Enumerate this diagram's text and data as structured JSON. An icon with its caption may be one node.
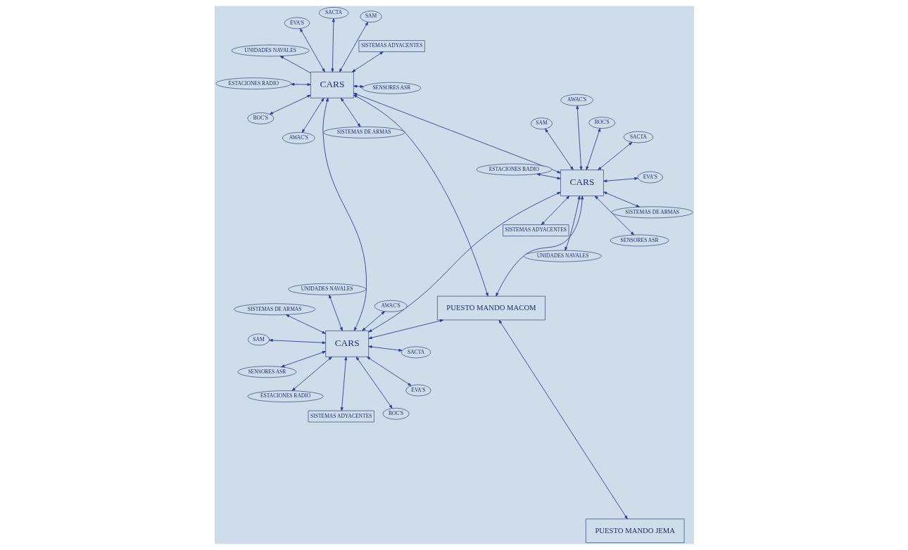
{
  "diagram": {
    "nodes": [
      {
        "text": [
          "CARS"
        ]
      },
      {
        "text": [
          "PUESTO MANDO MACOM"
        ]
      },
      {
        "text": [
          "PUESTO MANDO JEMA"
        ]
      },
      {
        "text": [
          "CARS"
        ]
      },
      {
        "text": [
          "CARS"
        ]
      },
      {
        "text": [
          "SISTEMAS DE ARMAS"
        ]
      },
      {
        "text": [
          "SENSORES ASR"
        ]
      },
      {
        "text": [
          "EVA'S"
        ]
      },
      {
        "text": [
          "ESTACIONES RADIO"
        ]
      },
      {
        "text": [
          "BOC'S"
        ]
      },
      {
        "text": [
          "SISTEMAS ADYACENTES"
        ]
      },
      {
        "text": [
          "SAM"
        ]
      },
      {
        "text": [
          "SACTA"
        ]
      },
      {
        "text": [
          "AWAC'S"
        ]
      },
      {
        "text": [
          "UNIDADES NAVALES"
        ]
      },
      {
        "text": [
          "SISTEMAS DE ARMAS"
        ]
      },
      {
        "text": [
          "SENSORES ASR"
        ]
      },
      {
        "text": [
          "EVA'S"
        ]
      },
      {
        "text": [
          "ESTACIONES RADIO"
        ]
      },
      {
        "text": [
          "UNIDADES NAVALES"
        ]
      },
      {
        "text": [
          "AWAC'S"
        ]
      },
      {
        "text": [
          "BOC'S"
        ]
      },
      {
        "text": [
          "SISTEMAS ADYACENTES"
        ]
      },
      {
        "text": [
          "SAM"
        ]
      },
      {
        "text": [
          "SACTA"
        ]
      },
      {
        "text": [
          "SENSORES ASR"
        ]
      },
      {
        "text": [
          "EVA'S"
        ]
      },
      {
        "text": [
          "ESTACIONES RADIO"
        ]
      },
      {
        "text": [
          "UNIDADES NAVALES"
        ]
      },
      {
        "text": [
          "SISTEMAS DE ARMAS"
        ]
      },
      {
        "text": [
          "AWAC'S"
        ]
      },
      {
        "text": [
          "BOC'S"
        ]
      },
      {
        "text": [
          "SISTEMAS ADYACENTES"
        ]
      },
      {
        "text": [
          "SAM"
        ]
      },
      {
        "text": [
          "SACTA"
        ]
      }
    ],
    "edges": [
      {
        "from": 0,
        "to": 1,
        "arrow": "both"
      },
      {
        "from": 0,
        "to": 3,
        "arrow": "both"
      },
      {
        "from": 1,
        "to": 3,
        "arrow": "both"
      },
      {
        "from": 1,
        "to": 2,
        "arrow": "both"
      },
      {
        "from": 0,
        "to": 4,
        "arrow": "both"
      },
      {
        "from": 1,
        "to": 4,
        "arrow": "both"
      },
      {
        "from": 3,
        "to": 4,
        "arrow": "both"
      },
      {
        "from": 0,
        "to": 5,
        "arrow": "both"
      },
      {
        "from": 0,
        "to": 6,
        "arrow": "both"
      },
      {
        "from": 0,
        "to": 7,
        "arrow": "both"
      },
      {
        "from": 0,
        "to": 8,
        "arrow": "both"
      },
      {
        "from": 0,
        "to": 9,
        "arrow": "both"
      },
      {
        "from": 0,
        "to": 10,
        "arrow": "both"
      },
      {
        "from": 0,
        "to": 11,
        "arrow": "both"
      },
      {
        "from": 0,
        "to": 12,
        "arrow": "both"
      },
      {
        "from": 0,
        "to": 13,
        "arrow": "both"
      },
      {
        "from": 0,
        "to": 14,
        "arrow": "both"
      },
      {
        "from": 3,
        "to": 15,
        "arrow": "both"
      },
      {
        "from": 3,
        "to": 16,
        "arrow": "both"
      },
      {
        "from": 3,
        "to": 17,
        "arrow": "both"
      },
      {
        "from": 3,
        "to": 18,
        "arrow": "both"
      },
      {
        "from": 3,
        "to": 19,
        "arrow": "to"
      },
      {
        "from": 3,
        "to": 20,
        "arrow": "both"
      },
      {
        "from": 3,
        "to": 21,
        "arrow": "both"
      },
      {
        "from": 3,
        "to": 22,
        "arrow": "both"
      },
      {
        "from": 3,
        "to": 23,
        "arrow": "both"
      },
      {
        "from": 3,
        "to": 24,
        "arrow": "both"
      },
      {
        "from": 4,
        "to": 25,
        "arrow": "both"
      },
      {
        "from": 4,
        "to": 26,
        "arrow": "both"
      },
      {
        "from": 4,
        "to": 27,
        "arrow": "both"
      },
      {
        "from": 4,
        "to": 28,
        "arrow": "both"
      },
      {
        "from": 4,
        "to": 29,
        "arrow": "both"
      },
      {
        "from": 4,
        "to": 30,
        "arrow": "both"
      },
      {
        "from": 4,
        "to": 31,
        "arrow": "both"
      },
      {
        "from": 4,
        "to": 32,
        "arrow": "both"
      },
      {
        "from": 4,
        "to": 33,
        "arrow": "both"
      },
      {
        "from": 4,
        "to": 34,
        "arrow": "both"
      }
    ]
  }
}
